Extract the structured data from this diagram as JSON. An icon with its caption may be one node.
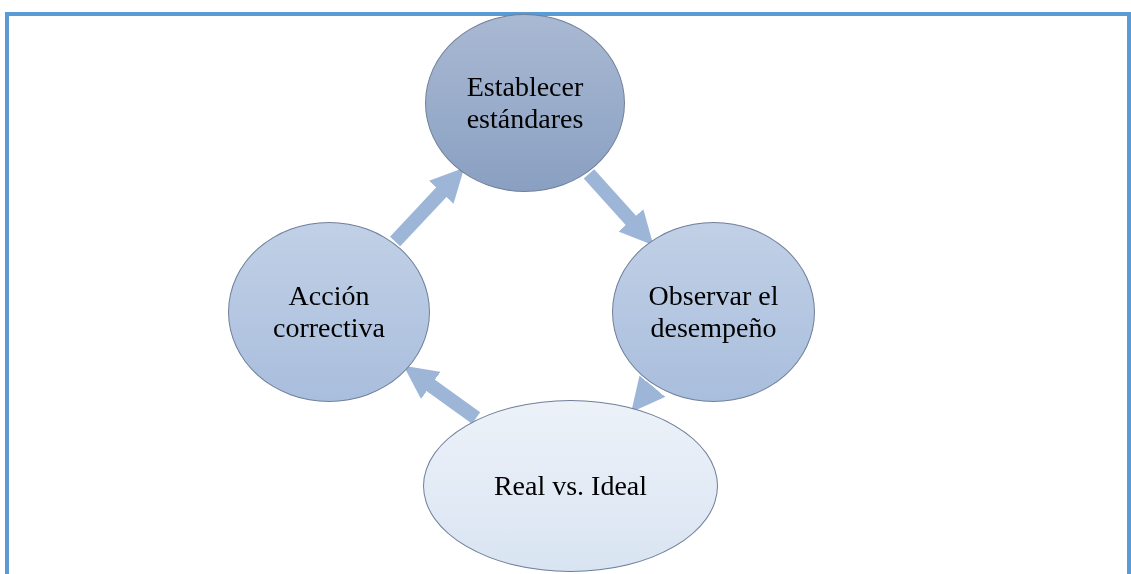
{
  "diagram": {
    "nodes": [
      {
        "text": [
          "Establecer estándares"
        ]
      },
      {
        "text": [
          "Observar el desempeño"
        ]
      },
      {
        "text": [
          "Real vs. Ideal"
        ]
      },
      {
        "text": [
          "Acción correctiva"
        ]
      }
    ],
    "edges": [
      {
        "from": 0,
        "to": 1,
        "arrow": "to"
      },
      {
        "from": 1,
        "to": 2,
        "arrow": "to"
      },
      {
        "from": 2,
        "to": 3,
        "arrow": "to"
      },
      {
        "from": 3,
        "to": 0,
        "arrow": "to"
      }
    ]
  }
}
